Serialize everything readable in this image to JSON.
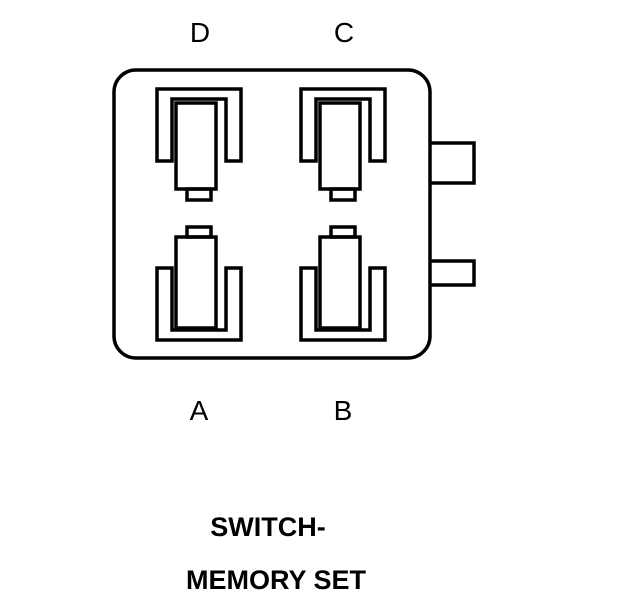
{
  "connector": {
    "pins": {
      "top_left": "D",
      "top_right": "C",
      "bottom_left": "A",
      "bottom_right": "B"
    },
    "title_line1": "SWITCH-",
    "title_line2": "MEMORY SET"
  },
  "colors": {
    "stroke": "#000000",
    "background": "#ffffff"
  }
}
